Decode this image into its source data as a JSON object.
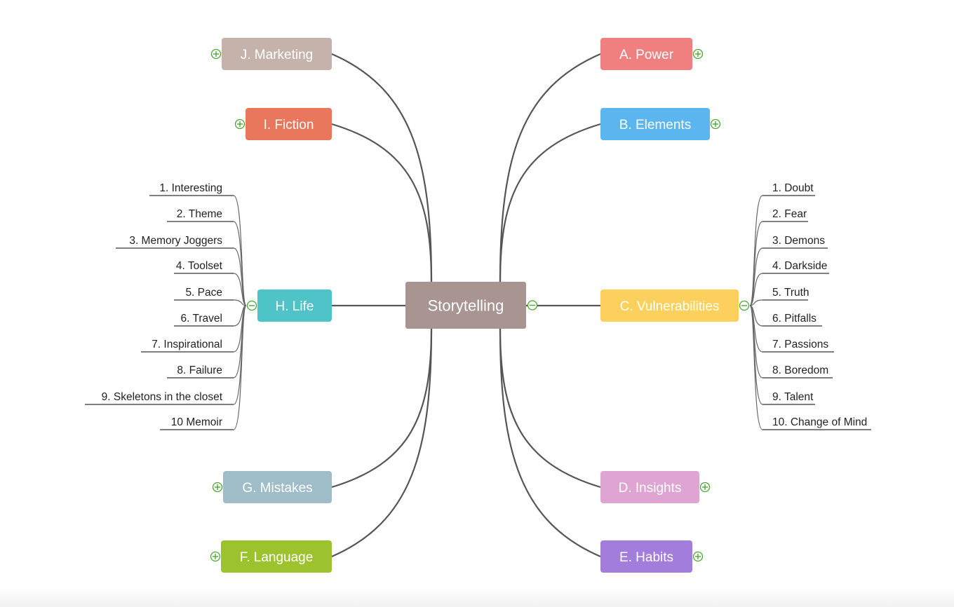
{
  "central": {
    "label": "Storytelling",
    "color": "#a89592",
    "toggle": "collapse"
  },
  "topics": [
    {
      "id": "a",
      "label": "A. Power",
      "color": "#f08080",
      "toggle": "expand",
      "children": []
    },
    {
      "id": "b",
      "label": "B. Elements",
      "color": "#5bb6ef",
      "toggle": "expand",
      "children": []
    },
    {
      "id": "c",
      "label": "C. Vulnerabilities",
      "color": "#fcd05c",
      "toggle": "collapse",
      "children": [
        "1. Doubt",
        "2. Fear",
        "3. Demons",
        "4. Darkside",
        "5. Truth",
        "6. Pitfalls",
        "7. Passions",
        "8. Boredom",
        "9. Talent",
        "10. Change of Mind"
      ]
    },
    {
      "id": "d",
      "label": "D. Insights",
      "color": "#dea4d2",
      "toggle": "expand",
      "children": []
    },
    {
      "id": "e",
      "label": "E. Habits",
      "color": "#a27ddc",
      "toggle": "expand",
      "children": []
    },
    {
      "id": "f",
      "label": "F. Language",
      "color": "#9cc22d",
      "toggle": "expand",
      "children": []
    },
    {
      "id": "g",
      "label": "G. Mistakes",
      "color": "#9fbcc9",
      "toggle": "expand",
      "children": []
    },
    {
      "id": "h",
      "label": "H. Life",
      "color": "#4ec3c8",
      "toggle": "collapse",
      "children": [
        "1. Interesting",
        "2. Theme",
        "3. Memory Joggers",
        "4. Toolset",
        "5. Pace",
        "6. Travel",
        "7. Inspirational",
        "8. Failure",
        "9. Skeletons in the closet",
        "10 Memoir"
      ]
    },
    {
      "id": "i",
      "label": "I. Fiction",
      "color": "#e8775c",
      "toggle": "expand",
      "children": []
    },
    {
      "id": "j",
      "label": "J. Marketing",
      "color": "#c5b2ab",
      "toggle": "expand",
      "children": []
    }
  ],
  "colors": {
    "expand_toggle": "#4aa832",
    "collapse_toggle": "#4aa832",
    "connector": "#555555"
  }
}
